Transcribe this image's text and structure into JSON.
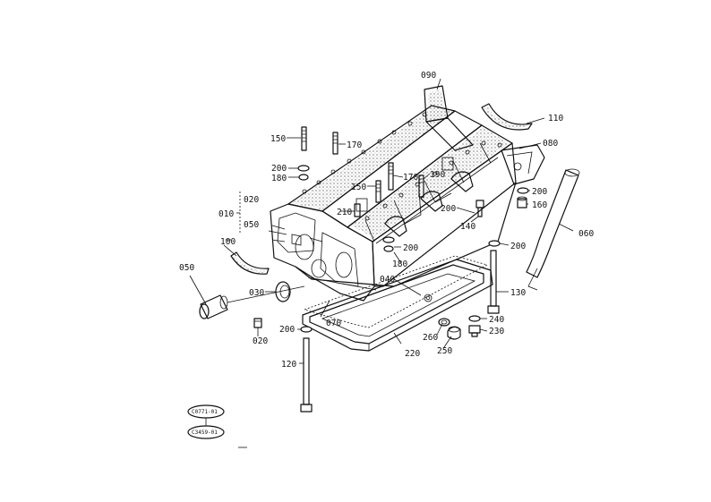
{
  "labels": {
    "l010": "010",
    "l020a": "020",
    "l020b": "020",
    "l030": "030",
    "l040": "040",
    "l050a": "050",
    "l050b": "050",
    "l060": "060",
    "l070": "070",
    "l080": "080",
    "l090": "090",
    "l100": "100",
    "l110": "110",
    "l120": "120",
    "l130": "130",
    "l140": "140",
    "l150a": "150",
    "l150b": "150",
    "l160": "160",
    "l170a": "170",
    "l170b": "170",
    "l180a": "180",
    "l180b": "180",
    "l190": "190",
    "l200a": "200",
    "l200b": "200",
    "l200c": "200",
    "l200d": "200",
    "l200e": "200",
    "l200f": "200",
    "l210": "210",
    "l220": "220",
    "l230": "230",
    "l240": "240",
    "l250": "250",
    "l260": "260"
  },
  "refs": {
    "ref1": "C0771-01",
    "ref2": "C3459-01"
  },
  "colors": {
    "line": "#111111",
    "background": "#ffffff"
  }
}
